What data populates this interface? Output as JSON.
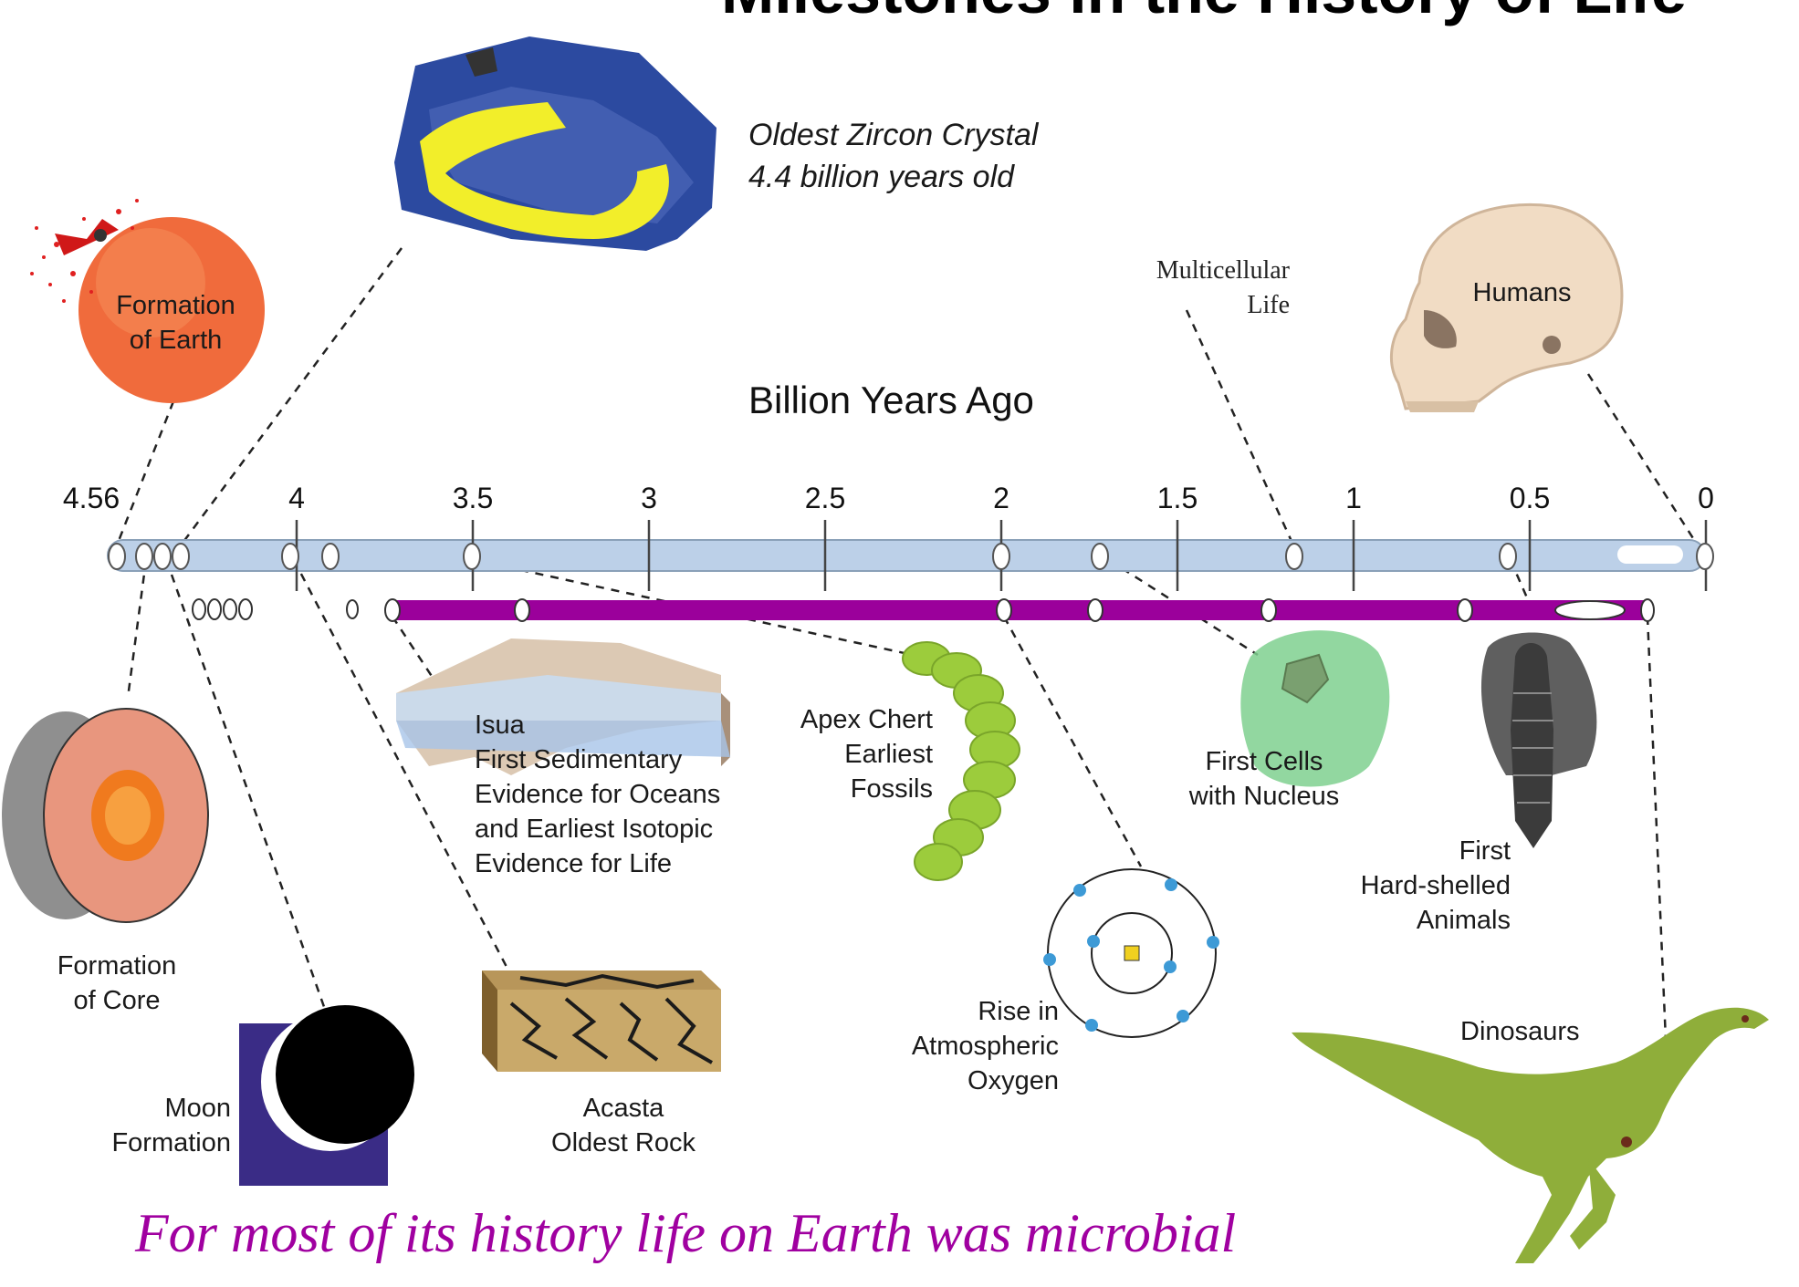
{
  "title": "Milestones in the History of Life",
  "axis_title": "Billion Years Ago",
  "ticks": [
    "4.56",
    "4",
    "3.5",
    "3",
    "2.5",
    "2",
    "1.5",
    "1",
    "0.5",
    "0"
  ],
  "events": {
    "zircon": [
      "Oldest Zircon Crystal",
      "4.4 billion years old"
    ],
    "earth": [
      "Formation",
      "of Earth"
    ],
    "humans": "Humans",
    "multicellular": [
      "Multicellular",
      "Life"
    ],
    "core": [
      "Formation",
      "of Core"
    ],
    "moon": [
      "Moon",
      "Formation"
    ],
    "isua": [
      "Isua",
      "First Sedimentary",
      "Evidence for Oceans",
      "and Earliest Isotopic",
      "Evidence for Life"
    ],
    "acasta": [
      "Acasta",
      "Oldest Rock"
    ],
    "apex": [
      "Apex Chert",
      "Earliest",
      "Fossils"
    ],
    "oxygen": [
      "Rise in",
      "Atmospheric",
      "Oxygen"
    ],
    "cells": [
      "First Cells",
      "with Nucleus"
    ],
    "shelled": [
      "First",
      "Hard-shelled",
      "Animals"
    ],
    "dinosaurs": "Dinosaurs"
  },
  "tagline": "For most of its history life on Earth was microbial",
  "colors": {
    "timeline": "#bcd0e8",
    "life_bar": "#9b009b",
    "tagline": "#a000a0",
    "earth": "#f06b3c",
    "zircon_blue": "#2c4aa0",
    "zircon_yellow": "#f2ee2a",
    "skull": "#f1dcc4",
    "cell": "#7fd08f",
    "worm": "#9ccc3c",
    "dino": "#8fae3a",
    "moon_bg": "#3a2c86"
  },
  "icons": [
    "earth-icon",
    "zircon-crystal-icon",
    "skull-icon",
    "core-cutaway-icon",
    "moon-icon",
    "sediment-block-icon",
    "rock-block-icon",
    "fossil-worm-icon",
    "atom-icon",
    "cell-icon",
    "trilobite-icon",
    "dinosaur-icon"
  ]
}
